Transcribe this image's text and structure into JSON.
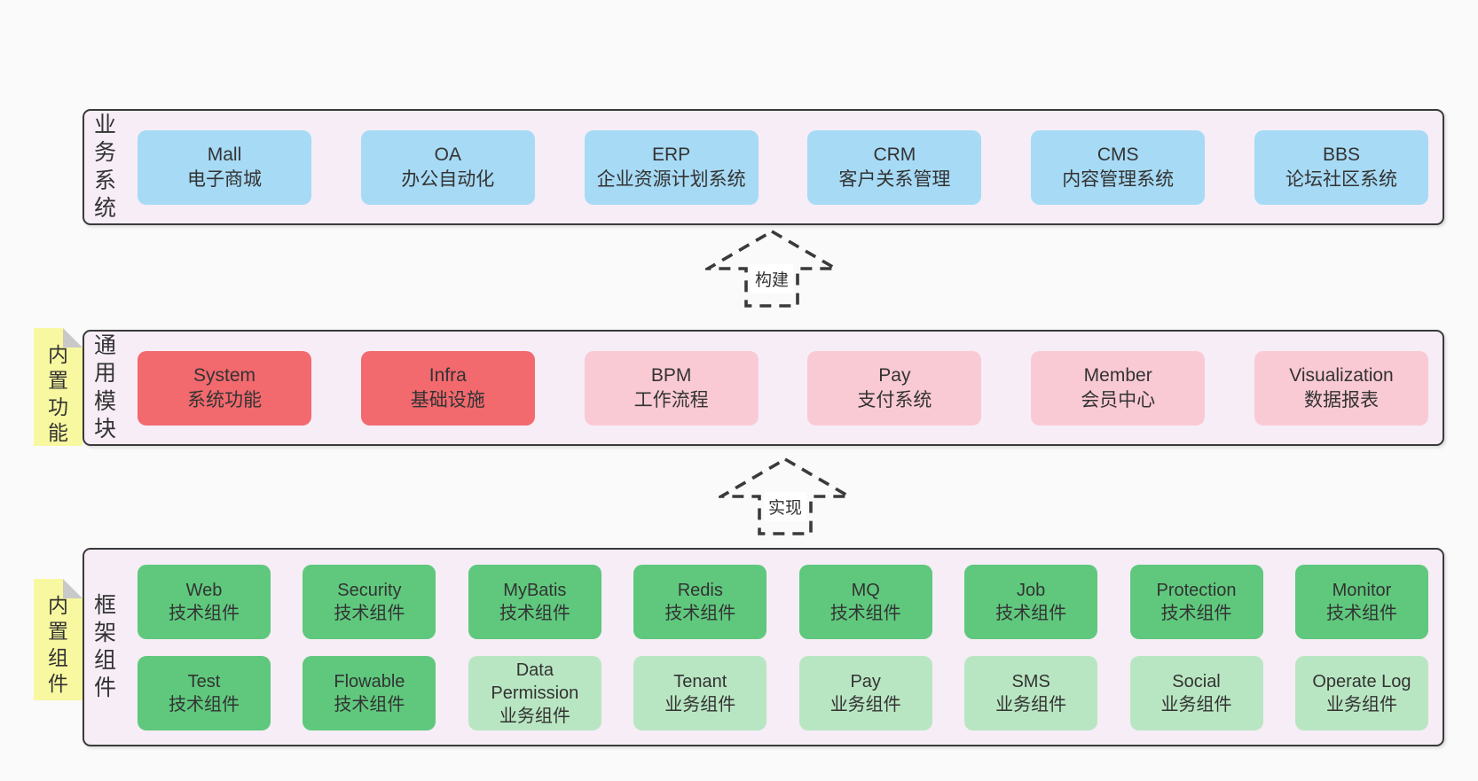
{
  "colors": {
    "page_bg": "#fafafa",
    "band_bg": "#f6edf6",
    "band_border": "#3a3a3a",
    "blue": "#a7daf5",
    "red": "#f2696e",
    "pink": "#facad4",
    "green_dark": "#5fc87d",
    "green_light": "#b9e6c2",
    "sticky_yellow": "#f8f8a0",
    "sticky_fold": "#c9c9c9",
    "text": "#333333"
  },
  "arrows": [
    {
      "label": "构建"
    },
    {
      "label": "实现"
    }
  ],
  "bands": [
    {
      "label": "业务系统",
      "boxes": [
        {
          "en": "Mall",
          "zh": "电子商城"
        },
        {
          "en": "OA",
          "zh": "办公自动化"
        },
        {
          "en": "ERP",
          "zh": "企业资源计划系统"
        },
        {
          "en": "CRM",
          "zh": "客户关系管理"
        },
        {
          "en": "CMS",
          "zh": "内容管理系统"
        },
        {
          "en": "BBS",
          "zh": "论坛社区系统"
        }
      ]
    },
    {
      "label": "通用模块",
      "note": "内置功能",
      "boxes": [
        {
          "en": "System",
          "zh": "系统功能"
        },
        {
          "en": "Infra",
          "zh": "基础设施"
        },
        {
          "en": "BPM",
          "zh": "工作流程"
        },
        {
          "en": "Pay",
          "zh": "支付系统"
        },
        {
          "en": "Member",
          "zh": "会员中心"
        },
        {
          "en": "Visualization",
          "zh": "数据报表"
        }
      ]
    },
    {
      "label": "框架组件",
      "note": "内置组件",
      "boxes": [
        {
          "en": "Web",
          "zh": "技术组件"
        },
        {
          "en": "Security",
          "zh": "技术组件"
        },
        {
          "en": "MyBatis",
          "zh": "技术组件"
        },
        {
          "en": "Redis",
          "zh": "技术组件"
        },
        {
          "en": "MQ",
          "zh": "技术组件"
        },
        {
          "en": "Job",
          "zh": "技术组件"
        },
        {
          "en": "Protection",
          "zh": "技术组件"
        },
        {
          "en": "Monitor",
          "zh": "技术组件"
        },
        {
          "en": "Test",
          "zh": "技术组件"
        },
        {
          "en": "Flowable",
          "zh": "技术组件"
        },
        {
          "en": "Data Permission",
          "zh": "业务组件"
        },
        {
          "en": "Tenant",
          "zh": "业务组件"
        },
        {
          "en": "Pay",
          "zh": "业务组件"
        },
        {
          "en": "SMS",
          "zh": "业务组件"
        },
        {
          "en": "Social",
          "zh": "业务组件"
        },
        {
          "en": "Operate Log",
          "zh": "业务组件"
        }
      ]
    }
  ]
}
